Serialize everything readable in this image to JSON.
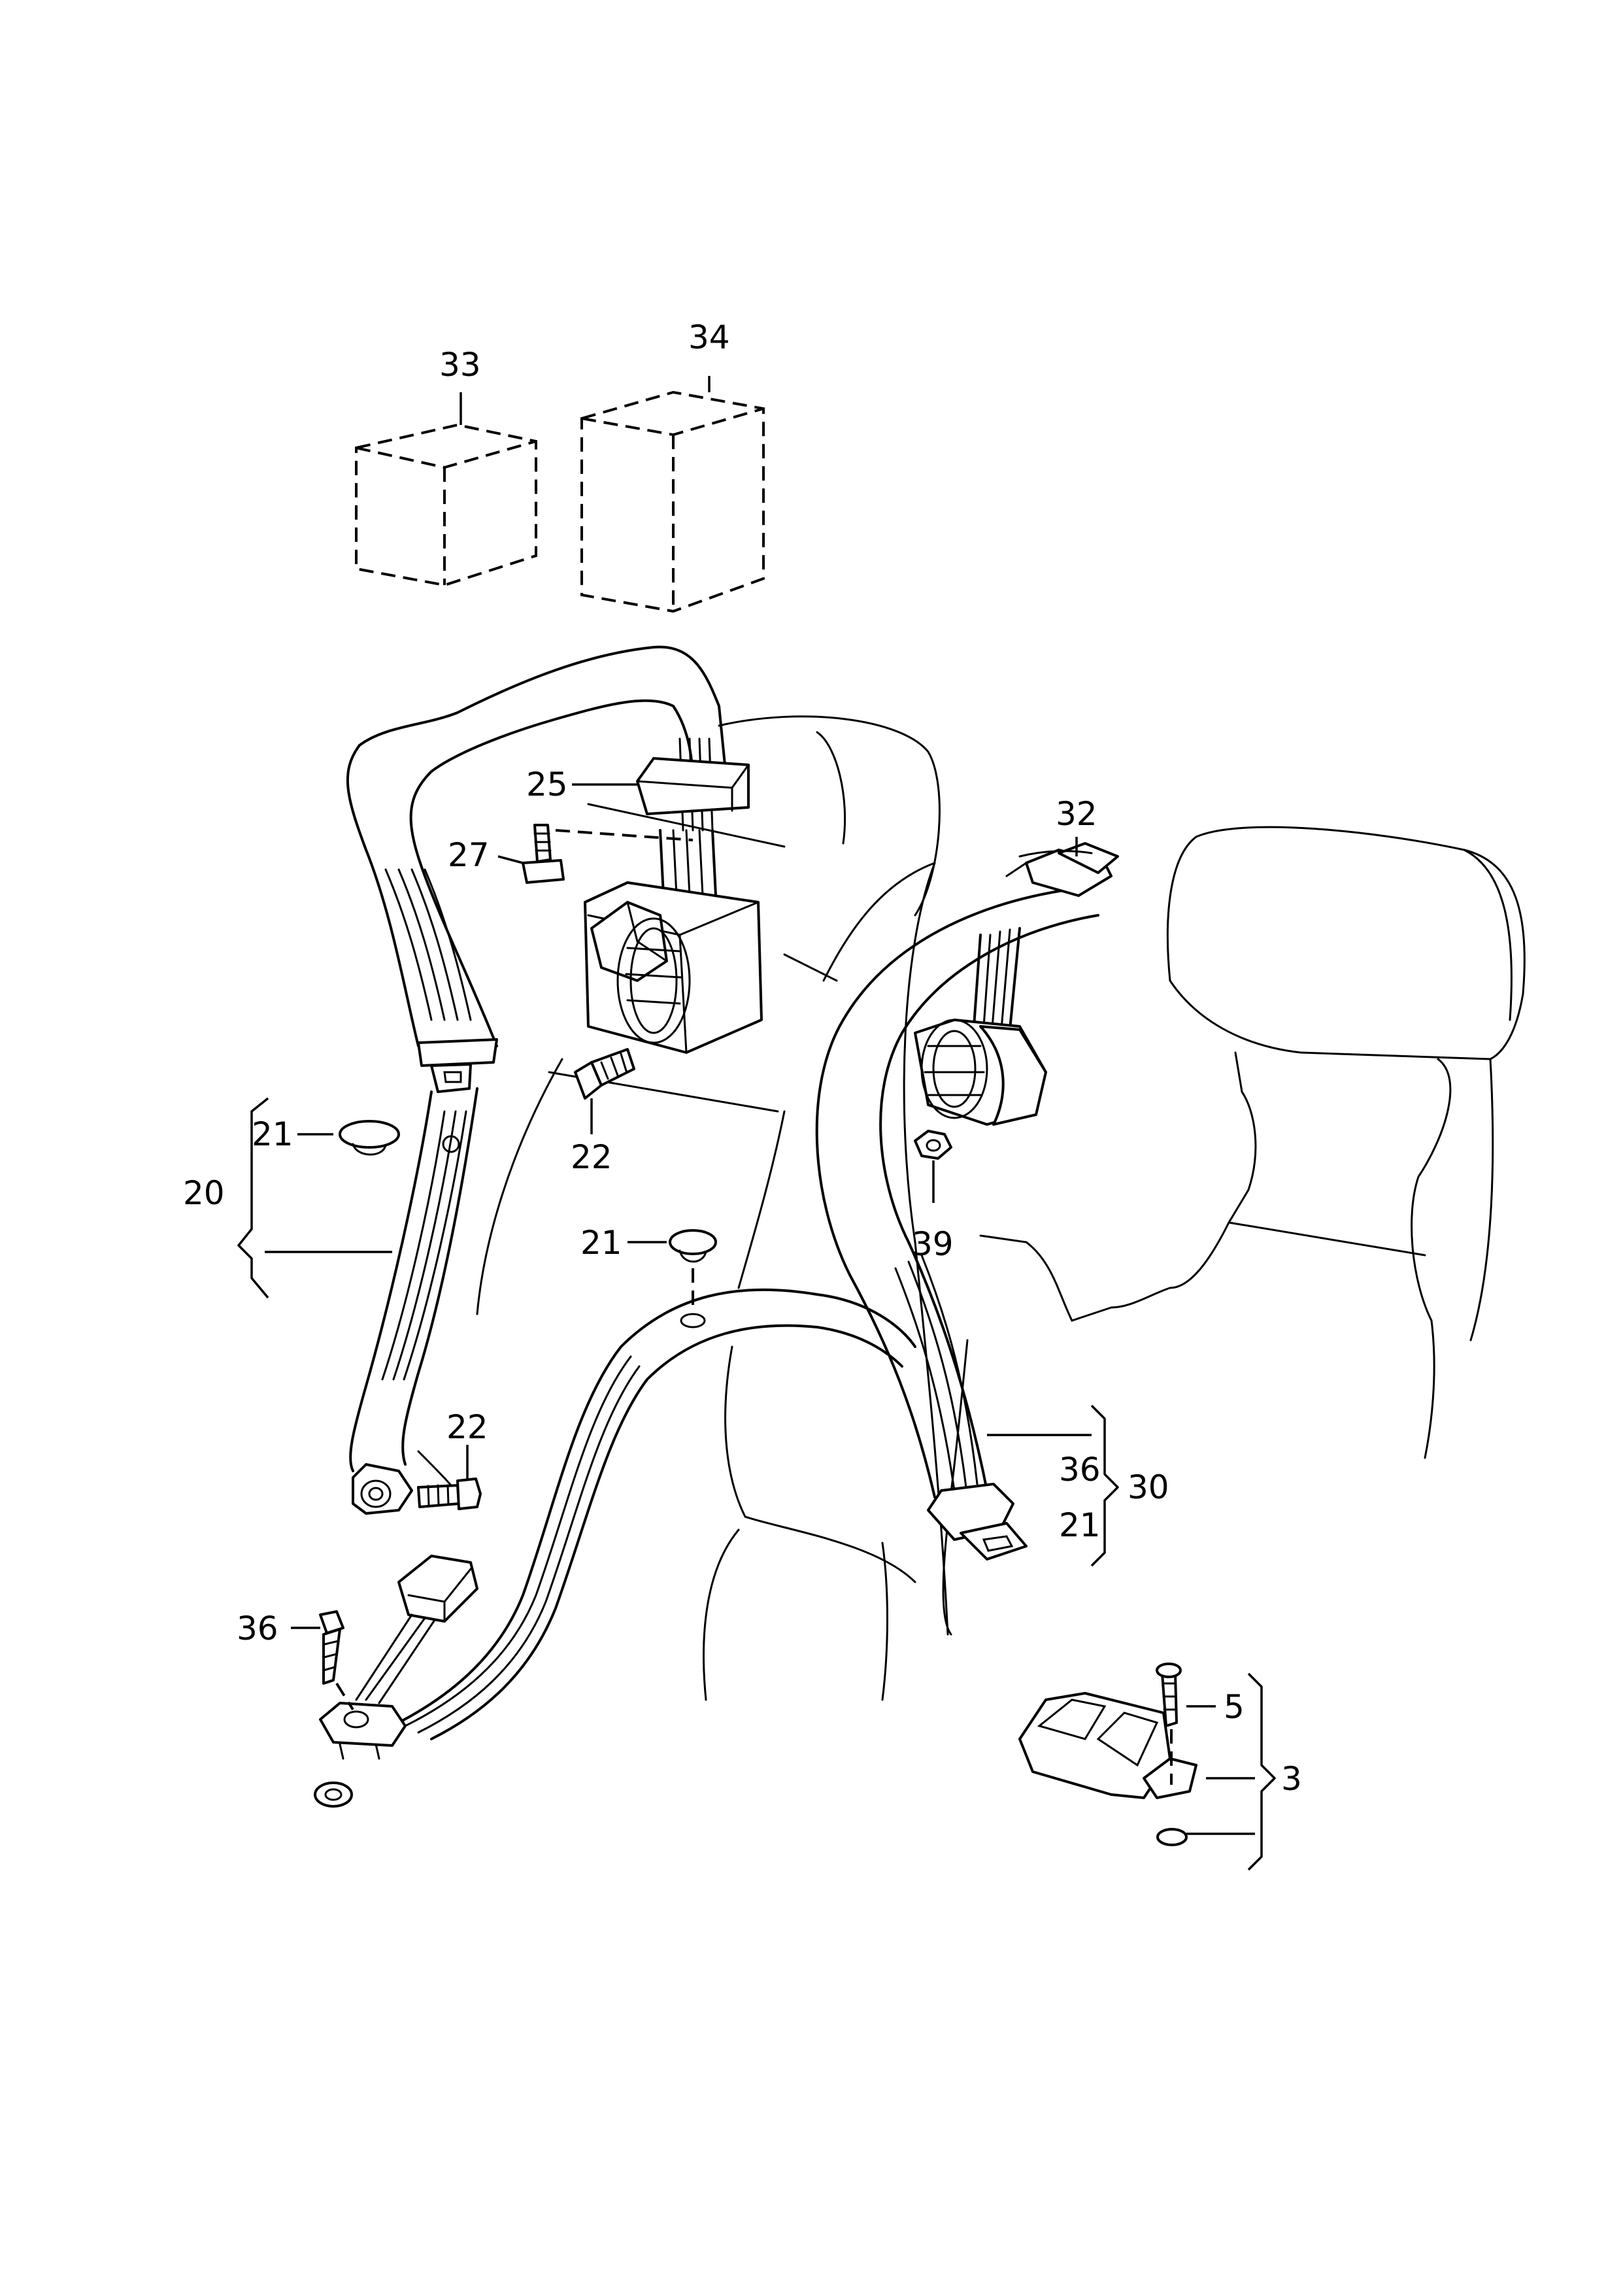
{
  "callouts": {
    "c33": "33",
    "c34": "34",
    "c25": "25",
    "c27": "27",
    "c32": "32",
    "c22a": "22",
    "c21a": "21",
    "c20": "20",
    "c21b": "21",
    "c39": "39",
    "c22b": "22",
    "c36a": "36",
    "c30": "30",
    "c21c": "21",
    "c36b": "36",
    "c5": "5",
    "c3": "3"
  }
}
